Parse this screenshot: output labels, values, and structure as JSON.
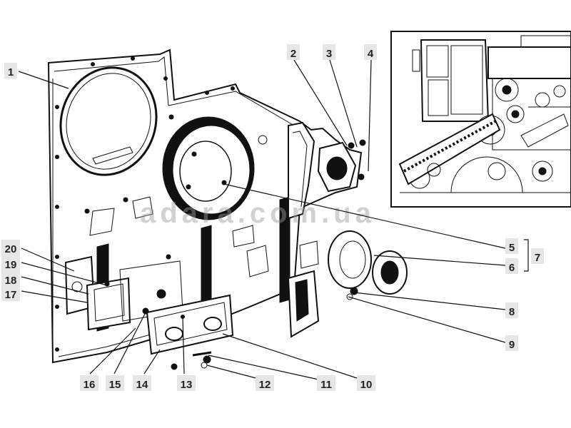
{
  "watermark": "adara.com.ua",
  "callouts": {
    "c1": "1",
    "c2": "2",
    "c3": "3",
    "c4": "4",
    "c5": "5",
    "c6": "6",
    "c7": "7",
    "c8": "8",
    "c9": "9",
    "c10": "10",
    "c11": "11",
    "c12": "12",
    "c13": "13",
    "c14": "14",
    "c15": "15",
    "c16": "16",
    "c17": "17",
    "c18": "18",
    "c19": "19",
    "c20": "20"
  }
}
